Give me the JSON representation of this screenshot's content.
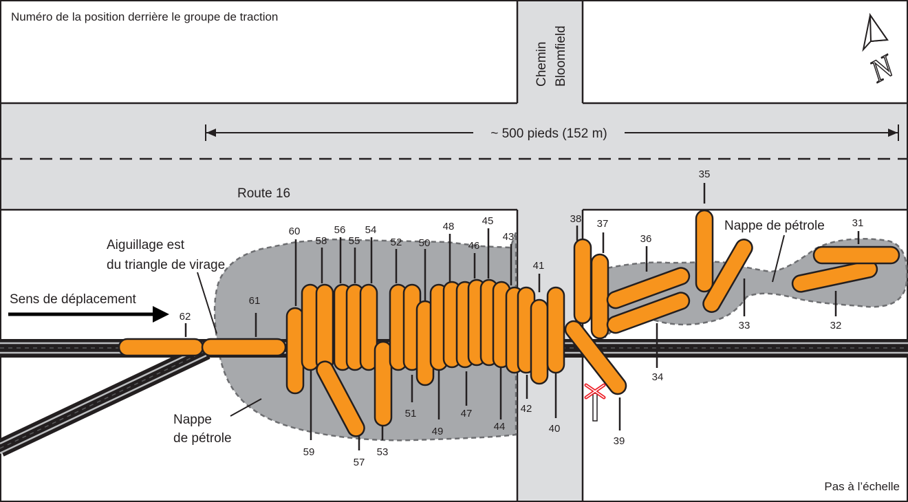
{
  "title": "Numéro de la position derrière le groupe de traction",
  "road_name": "Route 16",
  "cross_road": [
    "Chemin",
    "Bloomfield"
  ],
  "distance_label": "~ 500 pieds (152 m)",
  "direction_label": "Sens de déplacement",
  "switch_label": [
    "Aiguillage est",
    "du triangle de virage"
  ],
  "spill_label_west": [
    "Nappe",
    "de pétrole"
  ],
  "spill_label_east": "Nappe de pétrole",
  "scale_note": "Pas à l’échelle",
  "north_label": "N",
  "colors": {
    "car_fill": "#f7941d",
    "spill_fill": "#a7a9ac",
    "road_fill": "#dcdddf",
    "outline": "#231f20",
    "signal_marker": "#ed1c24"
  },
  "car_positions": [
    "62",
    "61",
    "60",
    "59",
    "58",
    "57",
    "56",
    "55",
    "54",
    "53",
    "52",
    "51",
    "50",
    "49",
    "48",
    "47",
    "46",
    "45",
    "44",
    "43",
    "42",
    "41",
    "40",
    "39",
    "38",
    "37",
    "36",
    "35",
    "34",
    "33",
    "32",
    "31"
  ]
}
